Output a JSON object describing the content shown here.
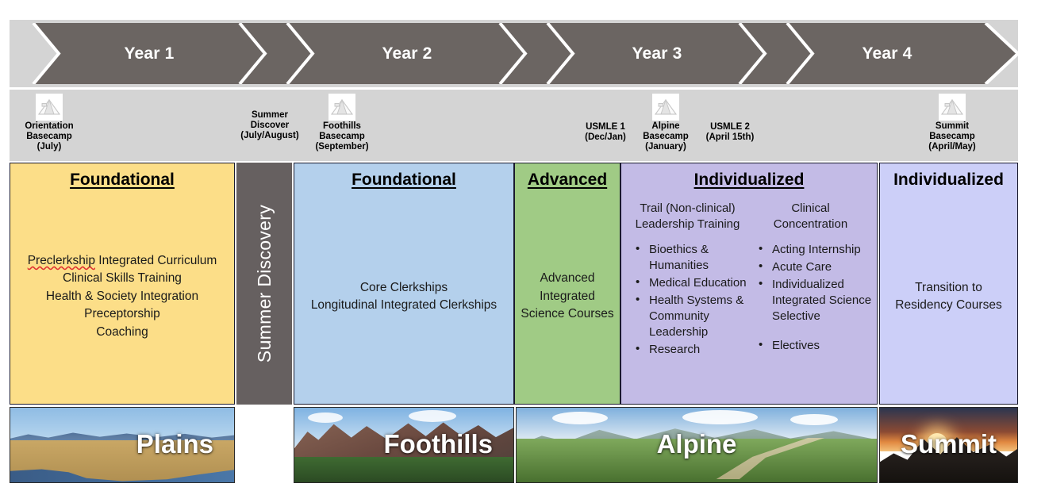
{
  "timeline": {
    "years": [
      {
        "label": "Year 1"
      },
      {
        "label": "Year 2"
      },
      {
        "label": "Year 3"
      },
      {
        "label": "Year 4"
      }
    ]
  },
  "milestones": [
    {
      "name": "orientation-basecamp",
      "icon": "tent-icon",
      "has_icon": true,
      "lines": [
        "Orientation",
        "Basecamp",
        "(July)"
      ]
    },
    {
      "name": "summer-discover",
      "icon": "",
      "has_icon": false,
      "lines": [
        "Summer",
        "Discover",
        "(July/August)"
      ]
    },
    {
      "name": "foothills-basecamp",
      "icon": "tent-icon",
      "has_icon": true,
      "lines": [
        "Foothills",
        "Basecamp",
        "(September)"
      ]
    },
    {
      "name": "usmle-1",
      "icon": "",
      "has_icon": false,
      "lines": [
        "USMLE 1",
        "(Dec/Jan)"
      ]
    },
    {
      "name": "alpine-basecamp",
      "icon": "tent-icon",
      "has_icon": true,
      "lines": [
        "Alpine",
        "Basecamp",
        "(January)"
      ]
    },
    {
      "name": "usmle-2",
      "icon": "",
      "has_icon": false,
      "lines": [
        "USMLE 2",
        "(April 15th)"
      ]
    },
    {
      "name": "summit-basecamp",
      "icon": "tent-icon",
      "has_icon": true,
      "lines": [
        "Summit",
        "Basecamp",
        "(April/May)"
      ]
    }
  ],
  "panels": {
    "year1": {
      "heading": "Foundational",
      "underline": true,
      "color": "#FCDE88",
      "lines": [
        "Preclerkship Integrated Curriculum",
        "Clinical Skills Training",
        "Health & Society Integration",
        "Preceptorship",
        "Coaching"
      ],
      "misspelled_word": "Preclerkship",
      "line1_rest": " Integrated Curriculum"
    },
    "summer": {
      "label": "Summer Discovery",
      "color": "#666060"
    },
    "year2": {
      "heading": "Foundational",
      "underline": true,
      "color": "#B4D0EC",
      "lines": [
        "Core Clerkships",
        "Longitudinal Integrated Clerkships"
      ]
    },
    "advanced": {
      "heading": "Advanced",
      "underline": true,
      "color": "#A0CB85",
      "lines": [
        "Advanced",
        "Integrated",
        "Science Courses"
      ]
    },
    "year3": {
      "heading": "Individualized",
      "underline": true,
      "color": "#C3BBE6",
      "left": {
        "title_lines": [
          "Trail (Non-clinical)",
          "Leadership Training"
        ],
        "bullets": [
          {
            "text": "Bioethics & Humanities",
            "gap": false
          },
          {
            "text": "Medical Education",
            "gap": false
          },
          {
            "text": "Health Systems & Community Leadership",
            "gap": false
          },
          {
            "text": "Research",
            "gap": false
          }
        ]
      },
      "right": {
        "title_lines": [
          "Clinical",
          "Concentration"
        ],
        "bullets": [
          {
            "text": "Acting Internship",
            "gap": false
          },
          {
            "text": "Acute Care",
            "gap": false
          },
          {
            "text": "Individualized Integrated Science Selective",
            "gap": false
          },
          {
            "text": "Electives",
            "gap": true
          }
        ]
      }
    },
    "year4": {
      "heading": "Individualized",
      "underline": false,
      "color": "#CCCFF8",
      "lines": [
        "Transition to",
        "Residency Courses"
      ]
    }
  },
  "photos": [
    {
      "name": "plains-photo",
      "caption": "Plains"
    },
    {
      "name": "foothills-photo",
      "caption": "Foothills"
    },
    {
      "name": "alpine-photo",
      "caption": "Alpine"
    },
    {
      "name": "summit-photo",
      "caption": "Summit"
    }
  ],
  "colors": {
    "band_gray": "#d4d4d4",
    "chevron_gray": "#6b6562",
    "border": "#1a1a2e"
  }
}
